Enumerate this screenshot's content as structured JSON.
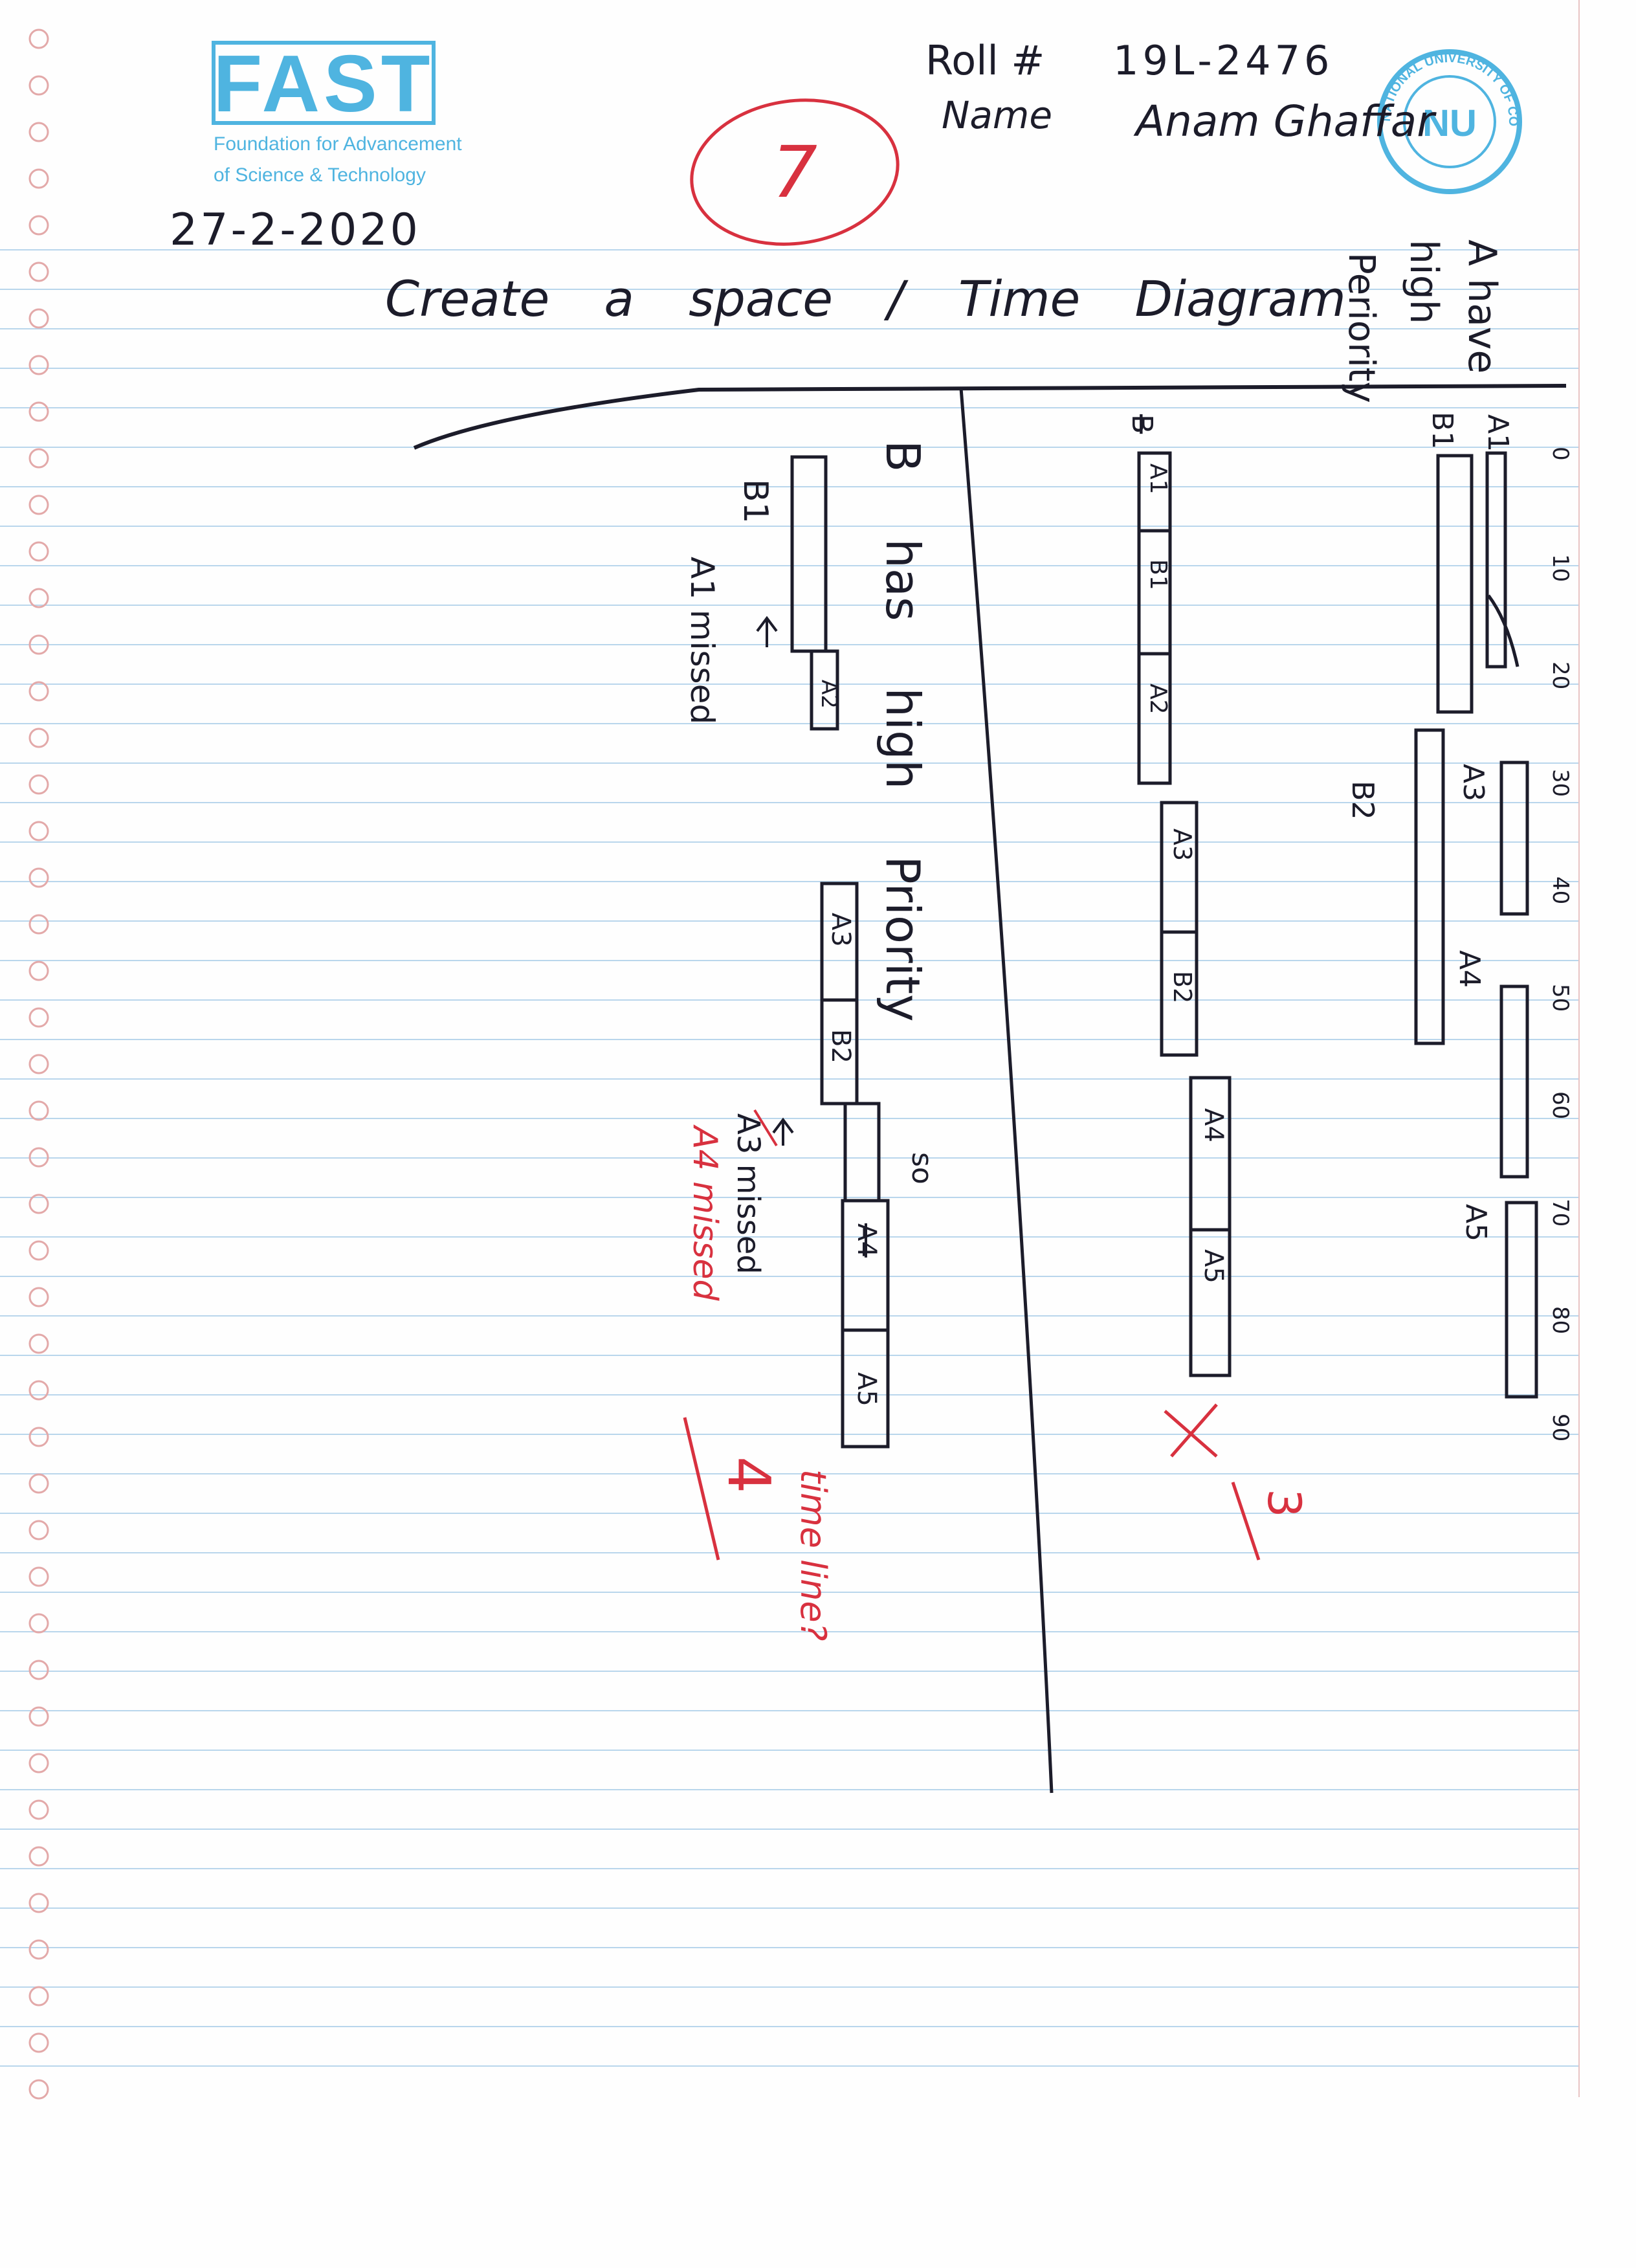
{
  "logo": {
    "wordmark": "FAST",
    "line1": "Foundation for Advancement",
    "line2": "of Science & Technology",
    "color": "#4fb4e0"
  },
  "seal": {
    "text": "NATIONAL UNIVERSITY OF COMPUTER & EMERGING SCIENCES",
    "mark": "NU"
  },
  "header": {
    "roll_label": "Roll #",
    "roll_value": "19L-2476",
    "name_label": "Name",
    "name_value": "Anam Ghaffar"
  },
  "grade": {
    "score": "7",
    "color": "#d8313f"
  },
  "date": "27-2-2020",
  "question": "Create a space / Time Diagram",
  "section_a": {
    "heading": [
      "A have",
      "high",
      "Periority"
    ],
    "ticks": [
      "0",
      "10",
      "20",
      "30",
      "40",
      "50",
      "60",
      "70",
      "80",
      "90"
    ],
    "labels": {
      "A1": "A1",
      "B1": "B1",
      "A3": "A3",
      "B2": "B2",
      "A4": "A4",
      "A5": "A5"
    },
    "timeline_row_strike": "B",
    "timeline": [
      "A1",
      "B1",
      "A2",
      "A3",
      "B2",
      "A4",
      "A5"
    ],
    "score": "3"
  },
  "section_b": {
    "heading": "B has high Priority",
    "b1_label": "B1",
    "a1_missed": "A1 missed",
    "a2": "A2",
    "blocks": [
      "A3",
      "B2"
    ],
    "so": "so",
    "a3_missed": "A3 missed",
    "a4_struck": "A4",
    "a5": "A5",
    "teacher_note_missed": "A4 missed",
    "teacher_note_time": "time line?",
    "score": "4"
  }
}
